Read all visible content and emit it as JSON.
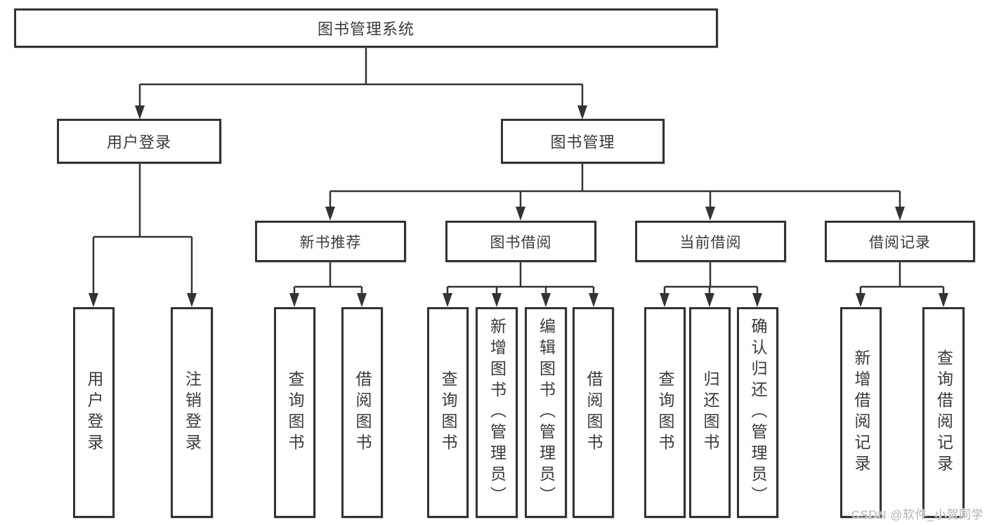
{
  "colors": {
    "line": "#333333",
    "text": "#3a3a3a",
    "watermark": "#b2b2b2",
    "bg": "#ffffff"
  },
  "tree": {
    "root": {
      "label": "图书管理系统"
    },
    "branches": [
      {
        "label": "用户登录",
        "children": [
          {
            "label": "用户登录"
          },
          {
            "label": "注销登录"
          }
        ]
      },
      {
        "label": "图书管理",
        "groups": [
          {
            "label": "新书推荐",
            "children": [
              {
                "label": "查询图书"
              },
              {
                "label": "借阅图书"
              }
            ]
          },
          {
            "label": "图书借阅",
            "children": [
              {
                "label": "查询图书"
              },
              {
                "label": "新增图书（管理员）"
              },
              {
                "label": "编辑图书（管理员）"
              },
              {
                "label": "借阅图书"
              }
            ]
          },
          {
            "label": "当前借阅",
            "children": [
              {
                "label": "查询图书"
              },
              {
                "label": "归还图书"
              },
              {
                "label": "确认归还（管理员）"
              }
            ]
          },
          {
            "label": "借阅记录",
            "children": [
              {
                "label": "新增借阅记录"
              },
              {
                "label": "查询借阅记录"
              }
            ]
          }
        ]
      }
    ]
  },
  "watermark": {
    "text": "CSDN @软件_小贺同学"
  }
}
